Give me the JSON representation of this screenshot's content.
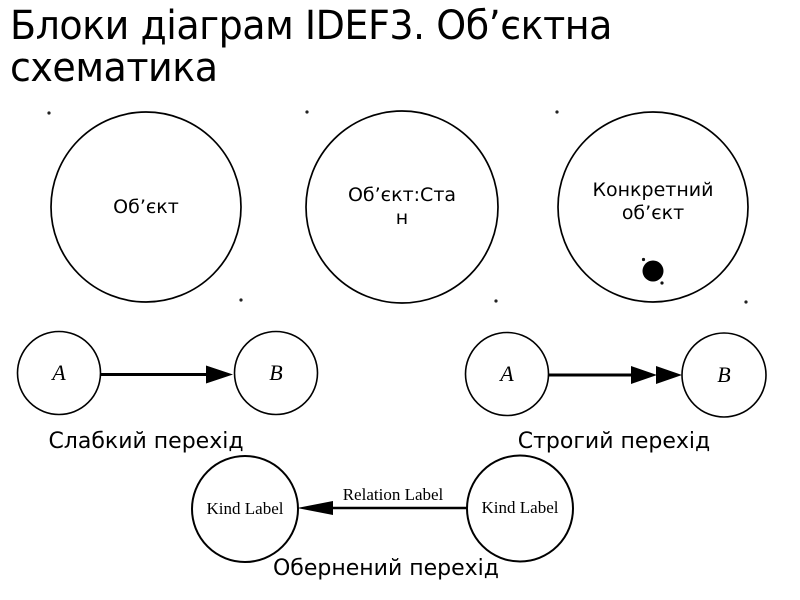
{
  "slide": {
    "background": "#ffffff",
    "ink": "#000000",
    "title": {
      "line1": "Блоки діаграм IDEF3. Об’єктна",
      "line2": "схематика"
    }
  },
  "object_shapes": {
    "object": {
      "label": "Об’єкт"
    },
    "object_state": {
      "line1": "Об’єкт:Ста",
      "line2": "н"
    },
    "concrete_object": {
      "line1": "Конкретний",
      "line2": "об’єкт"
    }
  },
  "weak_transition": {
    "from_label": "A",
    "to_label": "B",
    "caption": "Слабкий перехід"
  },
  "strict_transition": {
    "from_label": "A",
    "to_label": "B",
    "caption": "Строгий перехід"
  },
  "reverse_transition": {
    "left_label": "Kind Label",
    "right_label": "Kind Label",
    "relation_label": "Relation Label",
    "caption": "Обернений перехід"
  }
}
